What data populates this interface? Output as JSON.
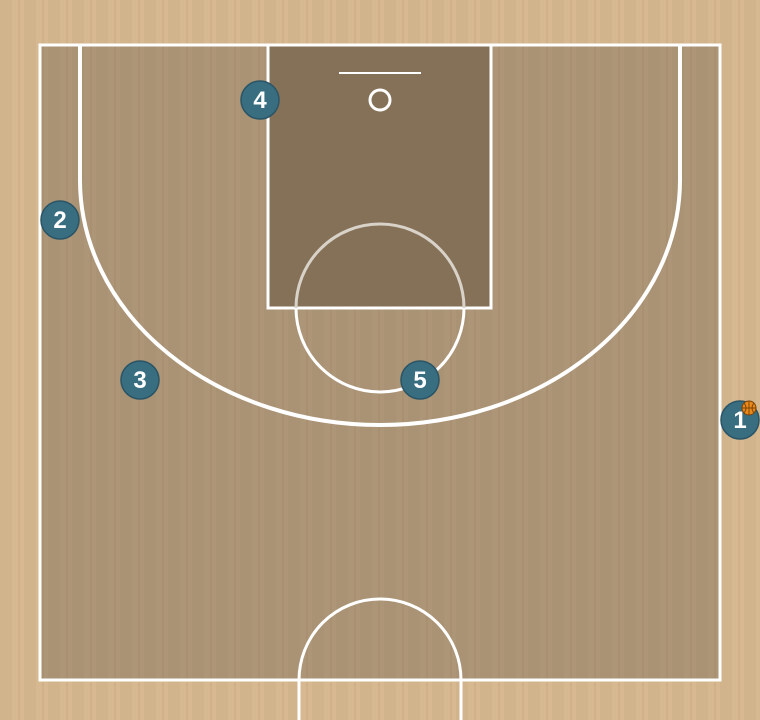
{
  "diagram": {
    "colors": {
      "floor_outer": "#d6b891",
      "floor_inner": "#ad9577",
      "paint": "#857058",
      "lines": "#ffffff",
      "player_fill": "#386e80",
      "player_stroke": "#2a5566",
      "ball": "#e98a1a"
    },
    "players": [
      {
        "label": "1",
        "has_ball": true
      },
      {
        "label": "2",
        "has_ball": false
      },
      {
        "label": "3",
        "has_ball": false
      },
      {
        "label": "4",
        "has_ball": false
      },
      {
        "label": "5",
        "has_ball": false
      }
    ]
  }
}
